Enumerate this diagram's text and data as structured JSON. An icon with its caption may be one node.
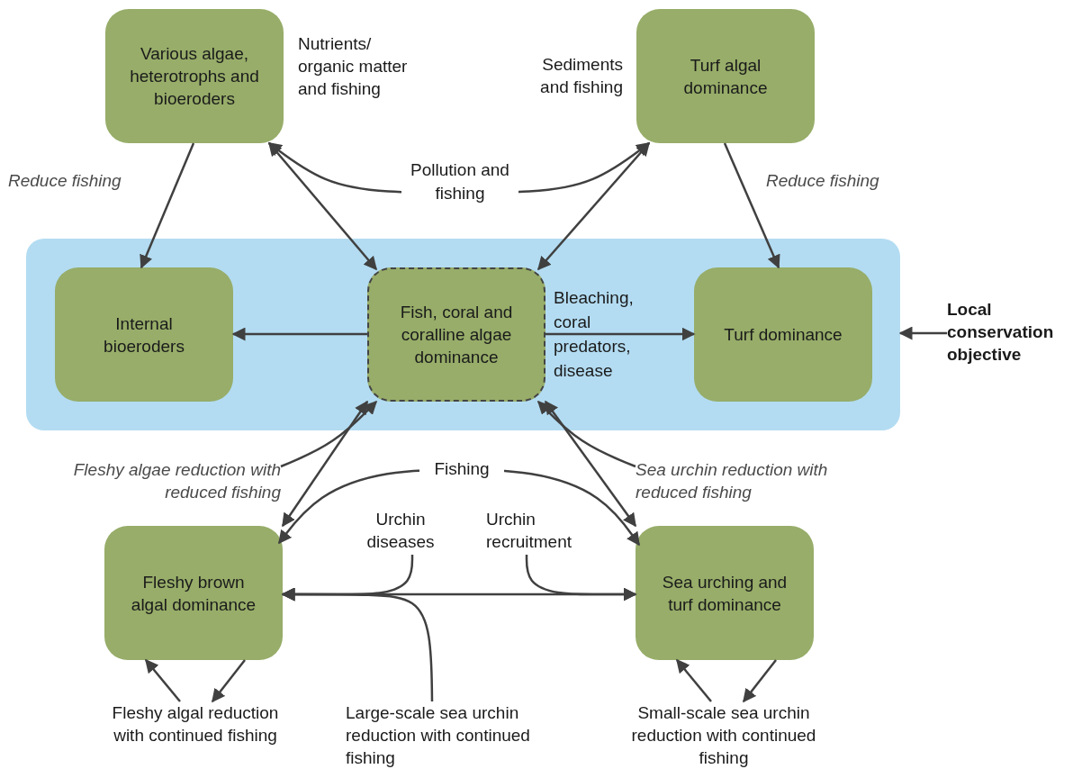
{
  "diagram": {
    "nodes": [
      {
        "text": [
          "Various algae, heterotrophs and bioeroders"
        ],
        "beside": [
          "Nutrients/ organic matter and fishing"
        ]
      },
      {
        "text": [
          "Turf algal dominance"
        ],
        "beside": [
          "Sediments and fishing"
        ]
      },
      {
        "text": [],
        "shape": "box"
      },
      {
        "text": [
          "Internal bioeroders"
        ],
        "in": 2
      },
      {
        "text": [
          "Fish, coral and coralline algae dominance"
        ],
        "in": 2
      },
      {
        "text": [
          "Turf dominance"
        ],
        "in": 2
      },
      {
        "text": [
          "Local conservation objective"
        ]
      },
      {
        "text": [
          "Fleshy algae reduction with reduced fishing"
        ]
      },
      {
        "text": [
          "Sea urchin reduction with reduced fishing"
        ]
      },
      {
        "text": [
          "Fleshy brown algal dominance"
        ]
      },
      {
        "text": [
          "Sea urching and turf dominance"
        ]
      },
      {
        "text": [
          "Urchin diseases"
        ]
      },
      {
        "text": [
          "Urchin recruitment"
        ]
      },
      {
        "text": [
          "Fleshy algal reduction with continued fishing"
        ]
      },
      {
        "text": [
          "Large-scale sea urchin reduction with continued fishing"
        ]
      },
      {
        "text": [
          "Small-scale sea urchin reduction with continued fishing"
        ]
      }
    ],
    "edges": [
      {
        "from": 0,
        "to": 3,
        "arrow": "to",
        "label": "Reduce fishing"
      },
      {
        "from": 1,
        "to": 5,
        "arrow": "to",
        "label": "Reduce fishing"
      },
      {
        "from": 0,
        "to": 1,
        "arrow": "both",
        "label": "Pollution and fishing"
      },
      {
        "from": 0,
        "to": 4,
        "arrow": "both"
      },
      {
        "from": 1,
        "to": 4,
        "arrow": "both"
      },
      {
        "from": 4,
        "to": 3,
        "arrow": "to"
      },
      {
        "from": 4,
        "to": 5,
        "arrow": "to",
        "label": "Bleaching, coral predators, disease"
      },
      {
        "from": 6,
        "to": 2,
        "arrow": "to"
      },
      {
        "from": 7,
        "to": 4,
        "arrow": "to"
      },
      {
        "from": 8,
        "to": 4,
        "arrow": "to"
      },
      {
        "from": 9,
        "to": 10,
        "arrow": "both",
        "label": "Fishing"
      },
      {
        "from": 9,
        "to": 4,
        "arrow": "both"
      },
      {
        "from": 10,
        "to": 4,
        "arrow": "both"
      },
      {
        "from": 9,
        "to": 10,
        "arrow": "both"
      },
      {
        "from": 11,
        "to": 9,
        "arrow": "to"
      },
      {
        "from": 12,
        "to": 10,
        "arrow": "to"
      },
      {
        "from": 14,
        "to": 9,
        "arrow": "to"
      },
      {
        "from": 9,
        "to": 13,
        "arrow": "to"
      },
      {
        "from": 13,
        "to": 9,
        "arrow": "to"
      },
      {
        "from": 10,
        "to": 15,
        "arrow": "to"
      },
      {
        "from": 15,
        "to": 10,
        "arrow": "to"
      }
    ]
  }
}
